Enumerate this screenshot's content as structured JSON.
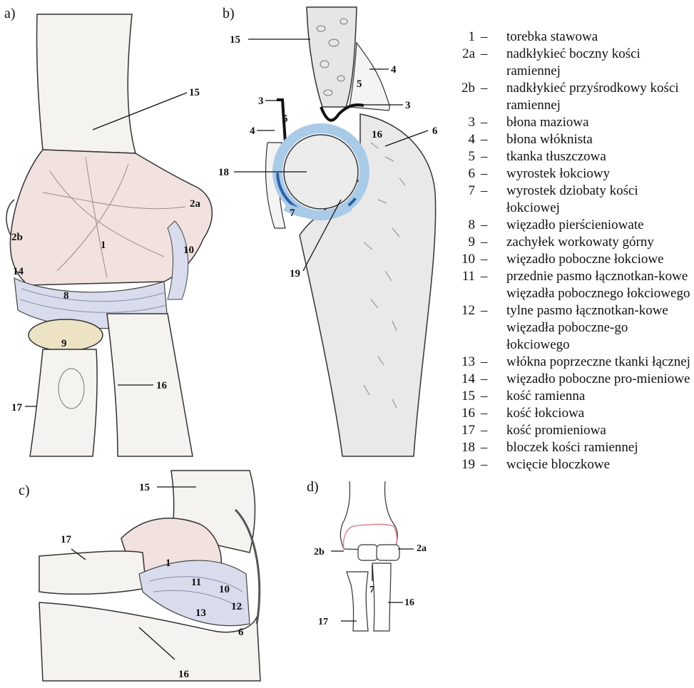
{
  "panels": {
    "a": {
      "label": "a)",
      "callouts": {
        "c15": "15",
        "c2a": "2a",
        "c2b": "2b",
        "c1": "1",
        "c10": "10",
        "c14": "14",
        "c8": "8",
        "c9": "9",
        "c16": "16",
        "c17": "17"
      }
    },
    "b": {
      "label": "b)",
      "callouts": {
        "c15": "15",
        "c4t": "4",
        "c5t": "5",
        "c3l": "3",
        "c3r": "3",
        "c5l": "5",
        "c4l": "4",
        "c16": "16",
        "c6": "6",
        "c18": "18",
        "c7": "7",
        "c19": "19"
      }
    },
    "c": {
      "label": "c)",
      "callouts": {
        "c15": "15",
        "c17": "17",
        "c1": "1",
        "c11": "11",
        "c10": "10",
        "c13": "13",
        "c12": "12",
        "c6": "6",
        "c16": "16"
      }
    },
    "d": {
      "label": "d)",
      "callouts": {
        "c2b": "2b",
        "c2a": "2a",
        "c7": "7",
        "c16": "16",
        "c17": "17"
      }
    }
  },
  "legend": [
    {
      "num": "1",
      "text": "torebka stawowa"
    },
    {
      "num": "2a",
      "text": "nadkłykieć boczny kości ramiennej"
    },
    {
      "num": "2b",
      "text": "nadkłykieć przyśrodkowy kości ramiennej"
    },
    {
      "num": "3",
      "text": "błona maziowa"
    },
    {
      "num": "4",
      "text": "błona włóknista"
    },
    {
      "num": "5",
      "text": "tkanka tłuszczowa"
    },
    {
      "num": "6",
      "text": "wyrostek łokciowy"
    },
    {
      "num": "7",
      "text": "wyrostek dziobaty kości łokciowej"
    },
    {
      "num": "8",
      "text": "więzadło pierścieniowate"
    },
    {
      "num": "9",
      "text": "zachyłek workowaty górny"
    },
    {
      "num": "10",
      "text": "więzadło poboczne łokciowe"
    },
    {
      "num": "11",
      "text": "przednie pasmo łącznotkan-kowe więzadła pobocznego łokciowego"
    },
    {
      "num": "12",
      "text": "tylne pasmo łącznotkan-kowe więzadła poboczne-go łokciowego"
    },
    {
      "num": "13",
      "text": "włókna poprzeczne tkanki łącznej"
    },
    {
      "num": "14",
      "text": "więzadło poboczne pro-mieniowe"
    },
    {
      "num": "15",
      "text": "kość ramienna"
    },
    {
      "num": "16",
      "text": "kość łokciowa"
    },
    {
      "num": "17",
      "text": "kość promieniowa"
    },
    {
      "num": "18",
      "text": "bloczek kości ramiennej"
    },
    {
      "num": "19",
      "text": "wcięcie bloczkowe"
    }
  ]
}
